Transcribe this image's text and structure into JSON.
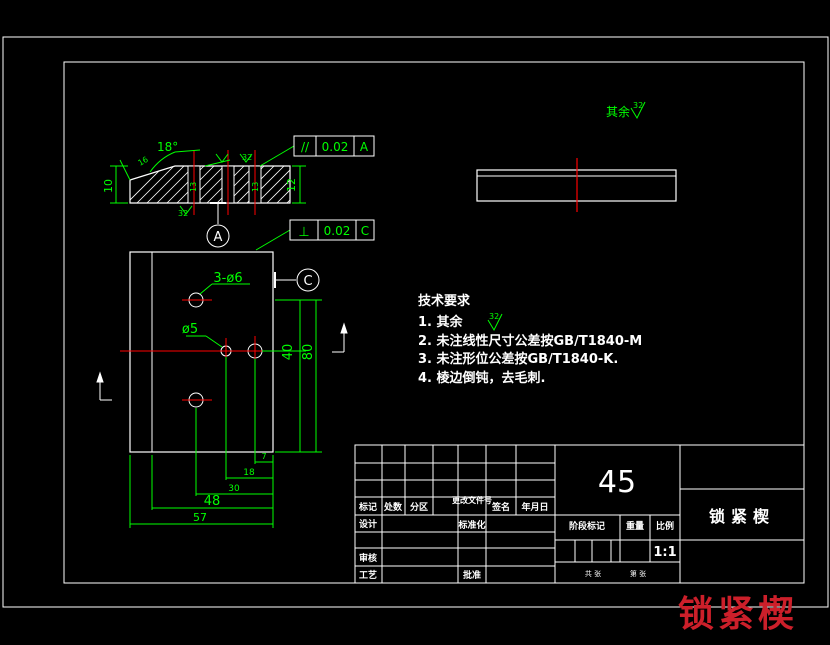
{
  "colors": {
    "background": "#000000",
    "outline": "#ffffff",
    "dimension": "#00ff00",
    "centerline": "#ff0000",
    "hatch": "#ffffff",
    "watermark": "#cc1f2a"
  },
  "side_view": {
    "angle": "18°",
    "left_rough": "16",
    "height_left": "10",
    "height_right": "12",
    "rough_top": "32",
    "rough_bottom": "32",
    "hole_label_1": "13",
    "hole_label_2": "13",
    "parallel_tol": {
      "symbol": "//",
      "value": "0.02",
      "datum": "A"
    },
    "datum_circle": "A"
  },
  "front_view": {
    "perp_tol": {
      "symbol": "⊥",
      "value": "0.02",
      "datum": "C"
    },
    "datum_circle": "C",
    "hole_big": "3-ø6",
    "hole_small": "ø5",
    "dim_40": "40",
    "dim_80": "80",
    "dim_7": "7",
    "dim_18": "18",
    "dim_30": "30",
    "dim_48": "48",
    "dim_57": "57"
  },
  "general_rough": {
    "label": "其余",
    "value": "32"
  },
  "tech_req": {
    "title": "技术要求",
    "items": [
      "1.  其余",
      "2.  未注线性尺寸公差按GB/T1840-M",
      "3.  未注形位公差按GB/T1840-K.",
      "4.  棱边倒钝，去毛刺."
    ],
    "item1_rough": "32"
  },
  "title_block": {
    "material": "45",
    "part_name": "锁紧楔",
    "h_mark": "标记",
    "h_count": "处数",
    "h_zone": "分区",
    "h_docno": "更改文件号",
    "h_sign": "签名",
    "h_date": "年月日",
    "designer": "设计",
    "standard": "标准化",
    "checker": "审核",
    "process": "工艺",
    "approve": "批准",
    "stage": "阶段标记",
    "weight": "重量",
    "scale_label": "比例",
    "scale_value": "1:1",
    "sheet_total": "共  张",
    "sheet_no": "第  张"
  },
  "watermark": "锁紧楔"
}
